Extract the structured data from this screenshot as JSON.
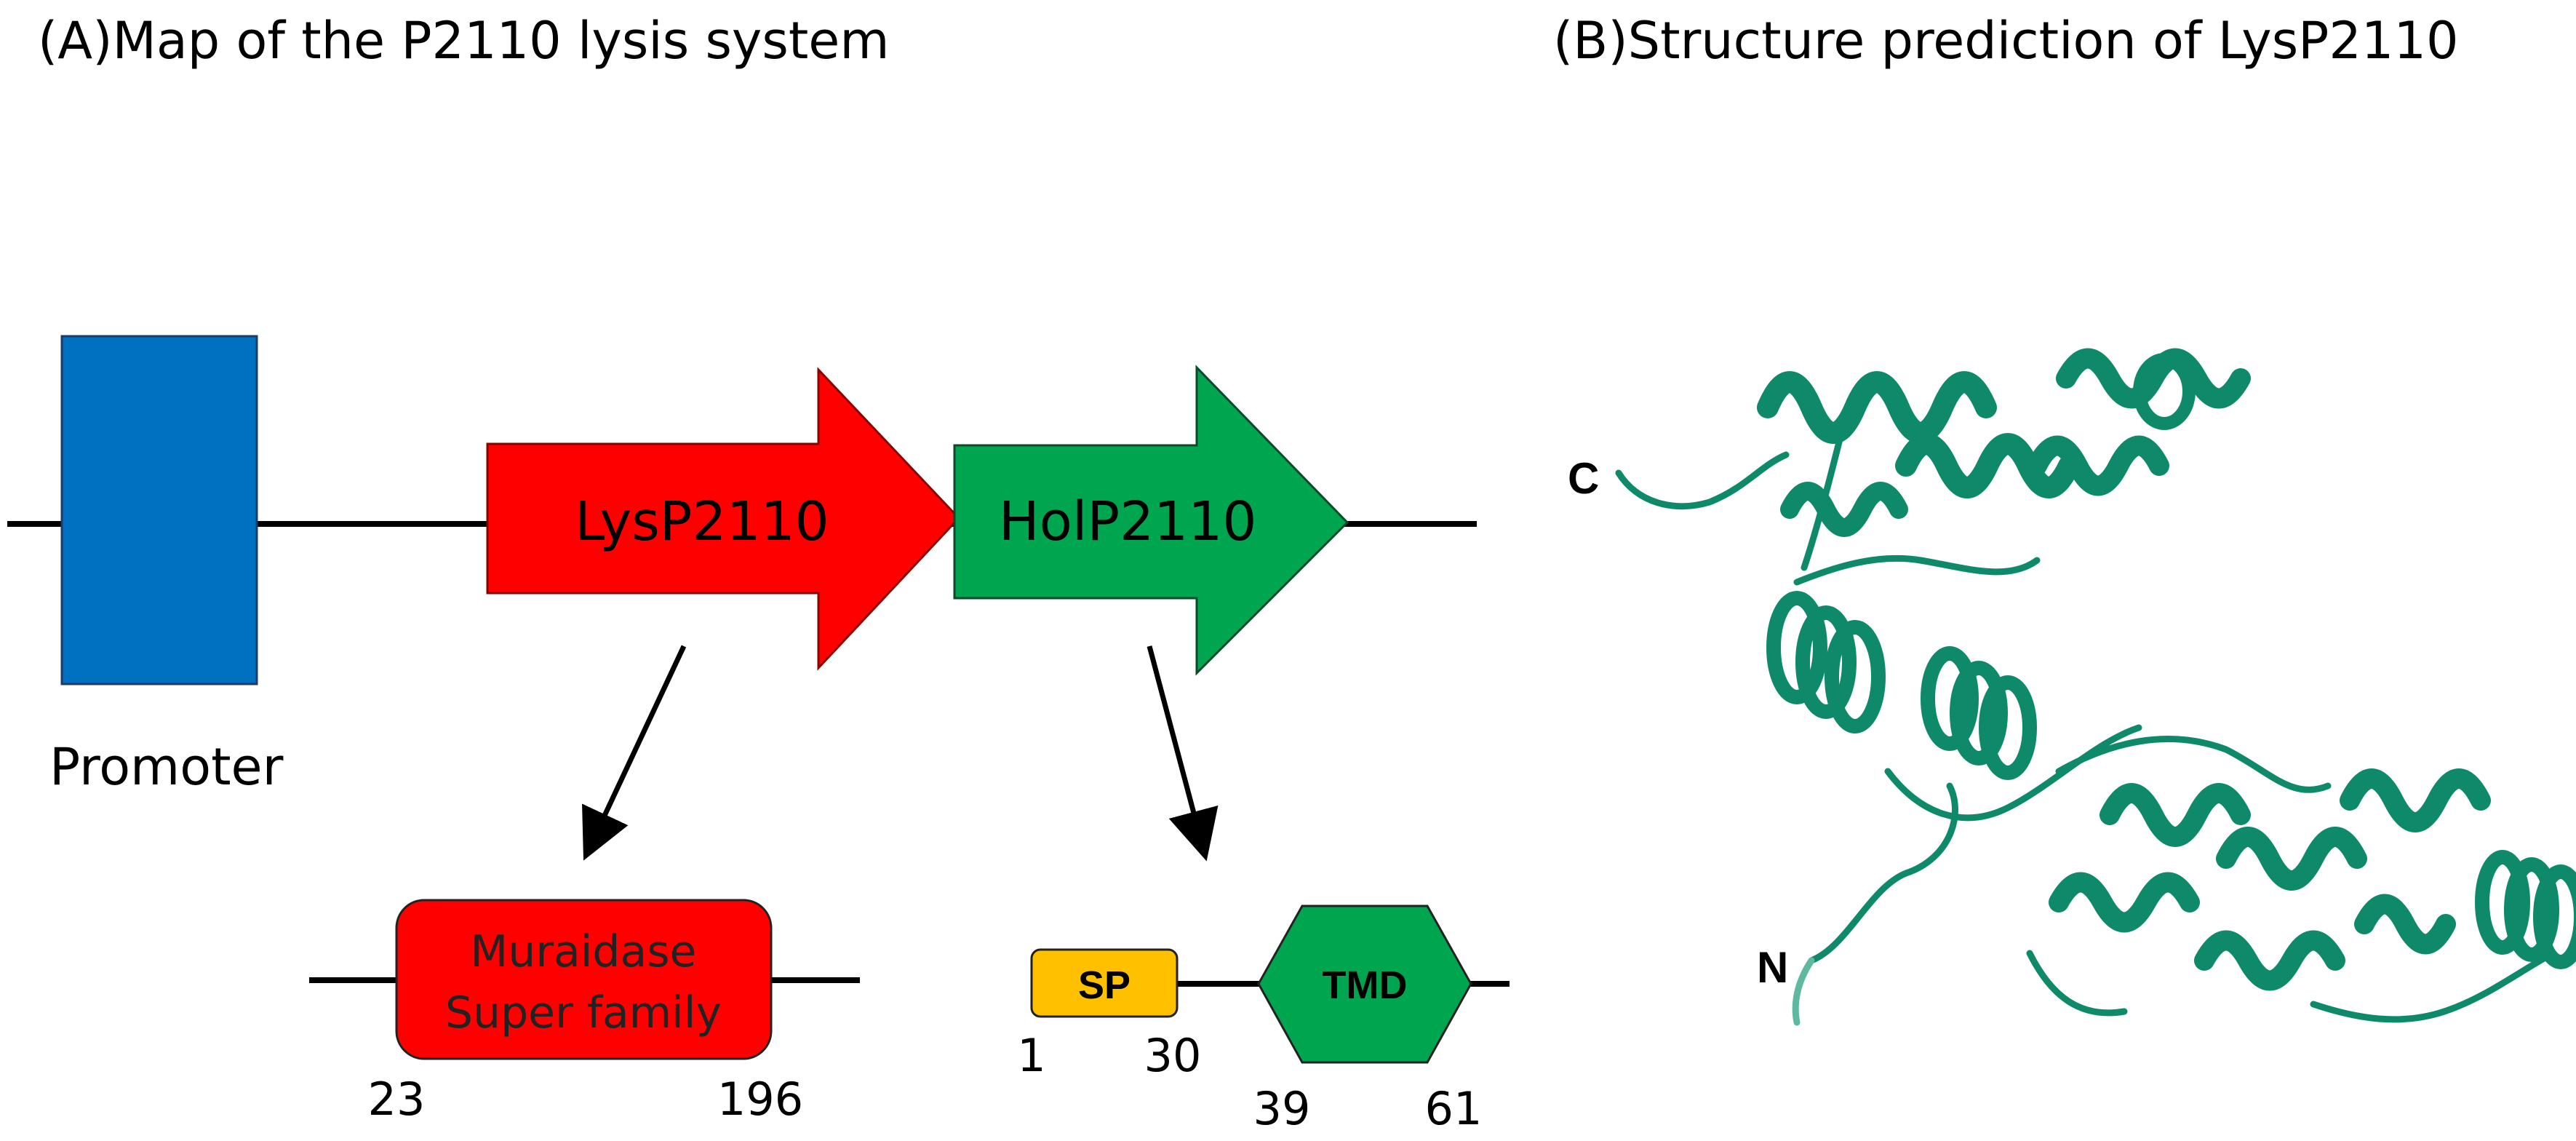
{
  "panel_a": {
    "title": "(A)Map of the P2110 lysis system",
    "promoter_label": "Promoter",
    "lys_gene_label": "LysP2110",
    "hol_gene_label": "HolP2110",
    "lys_domain": {
      "label_line1": "Muraidase",
      "label_line2": "Super family",
      "start": "23",
      "end": "196"
    },
    "hol_domains": {
      "sp_label": "SP",
      "sp_start": "1",
      "sp_end": "30",
      "tmd_label": "TMD",
      "tmd_start": "39",
      "tmd_end": "61"
    }
  },
  "panel_b": {
    "title": "(B)Structure  prediction of LysP2110",
    "c_terminus_label": "C",
    "n_terminus_label": "N"
  },
  "colors": {
    "promoter": "#0070C0",
    "lys": "#FF0000",
    "hol": "#00A550",
    "sp": "#FFC000",
    "protein": "#0E8A6A",
    "line": "#000000"
  }
}
